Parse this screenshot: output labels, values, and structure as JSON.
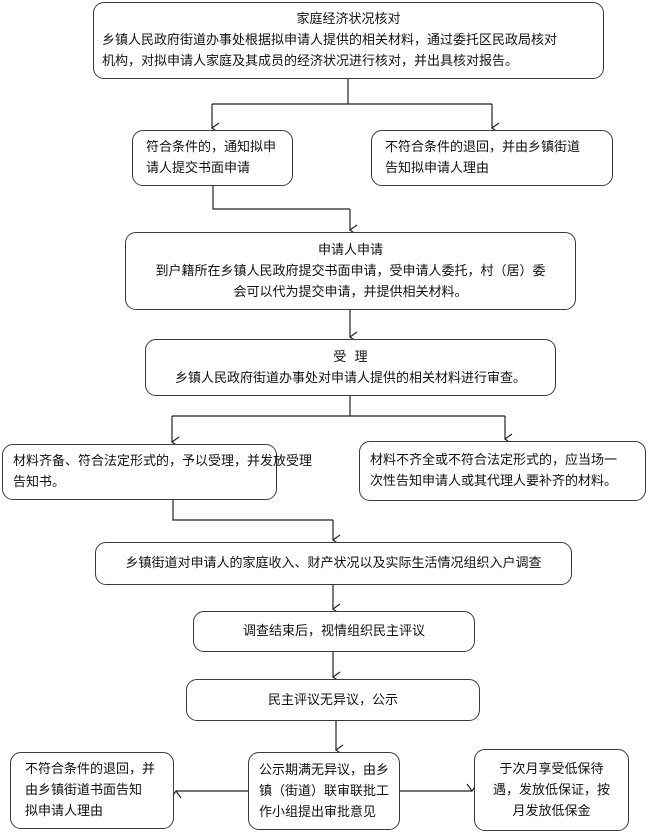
{
  "nodes": {
    "verify": {
      "title": "家庭经济状况核对",
      "body_lines": [
        "乡镇人民政府街道办事处根据拟申请人提供的相关材料，通过委托区民政局核对",
        "机构，对拟申请人家庭及其成员的经济状况进行核对，并出具核对报告。"
      ]
    },
    "eligible_notify": {
      "lines": [
        "符合条件的，通知拟申",
        "请人提交书面申请"
      ]
    },
    "ineligible_return_1": {
      "lines": [
        "不符合条件的退回，并由乡镇街道",
        "告知拟申请人理由"
      ]
    },
    "apply": {
      "title": "申请人申请",
      "body_lines": [
        "到户籍所在乡镇人民政府提交书面申请，受申请人委托，村（居）委",
        "会可以代为提交申请，并提供相关材料。"
      ]
    },
    "accept": {
      "title": "受  理",
      "body_lines": [
        "乡镇人民政府街道办事处对申请人提供的相关材料进行审查。"
      ]
    },
    "materials_complete": {
      "lines": [
        "材料齐备、符合法定形式的，予以受理，并发放受理",
        "告知书。"
      ]
    },
    "materials_incomplete": {
      "lines": [
        "材料不齐全或不符合法定形式的，应当场一",
        "次性告知申请人或其代理人要补齐的材料。"
      ]
    },
    "home_survey": {
      "lines": [
        "乡镇街道对申请人的家庭收入、财产状况以及实际生活情况组织入户调查"
      ]
    },
    "democratic_review": {
      "lines": [
        "调查结束后，视情组织民主评议"
      ]
    },
    "publicity": {
      "lines": [
        "民主评议无异议，公示"
      ]
    },
    "ineligible_return_2": {
      "lines": [
        "不符合条件的退回，并",
        "由乡镇街道书面告知",
        "拟申请人理由"
      ]
    },
    "joint_approval": {
      "lines": [
        "公示期满无异议，由乡",
        "镇（街道）联审联批工",
        "作小组提出审批意见"
      ]
    },
    "benefits": {
      "lines": [
        "于次月享受低保待",
        "遇，发放低保证，按",
        "月发放低保金"
      ]
    }
  }
}
